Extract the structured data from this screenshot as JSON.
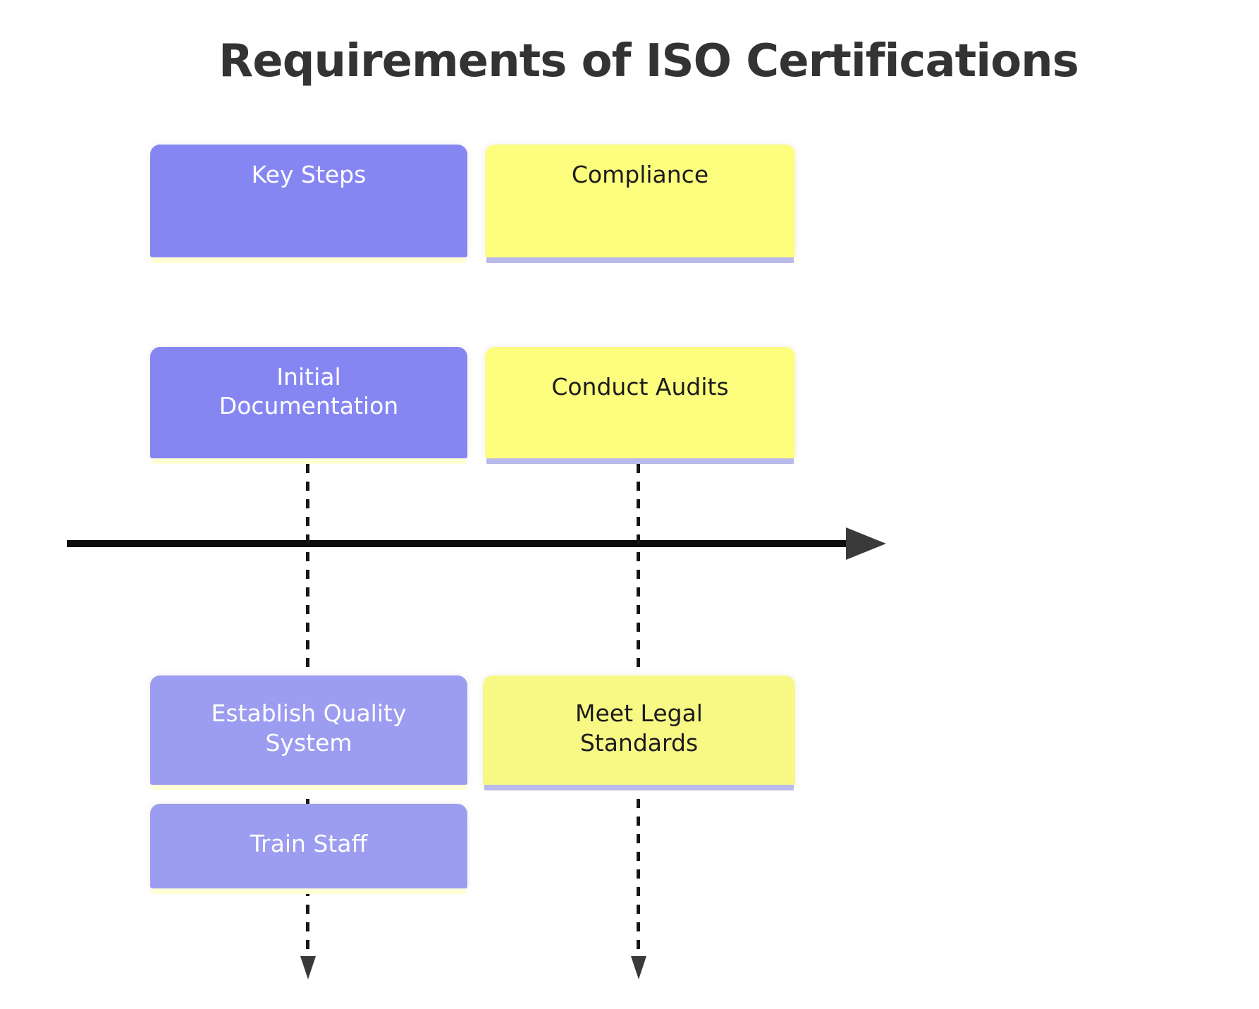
{
  "title": "Requirements of ISO Certifications",
  "key_steps": {
    "header": "Key Steps",
    "step1": "Initial Documentation",
    "step2": "Establish Quality System",
    "step3": "Train Staff"
  },
  "compliance": {
    "header": "Compliance",
    "step1": "Conduct Audits",
    "step2": "Meet Legal Standards"
  },
  "colors": {
    "purple_box": "#8686f3",
    "purple_box_light": "#9c9cf0",
    "yellow_box": "#fdfd7e",
    "yellow_box_light": "#f8f885",
    "underline_below_purple": "#ffffd6",
    "underline_below_yellow": "#b9b9ea",
    "timeline_line": "#0e0e0e",
    "arrowhead": "#3a3a3a",
    "title_text": "#333333",
    "purple_box_text": "#ffffff",
    "yellow_box_text": "#1c1c1c",
    "background": "#ffffff"
  }
}
